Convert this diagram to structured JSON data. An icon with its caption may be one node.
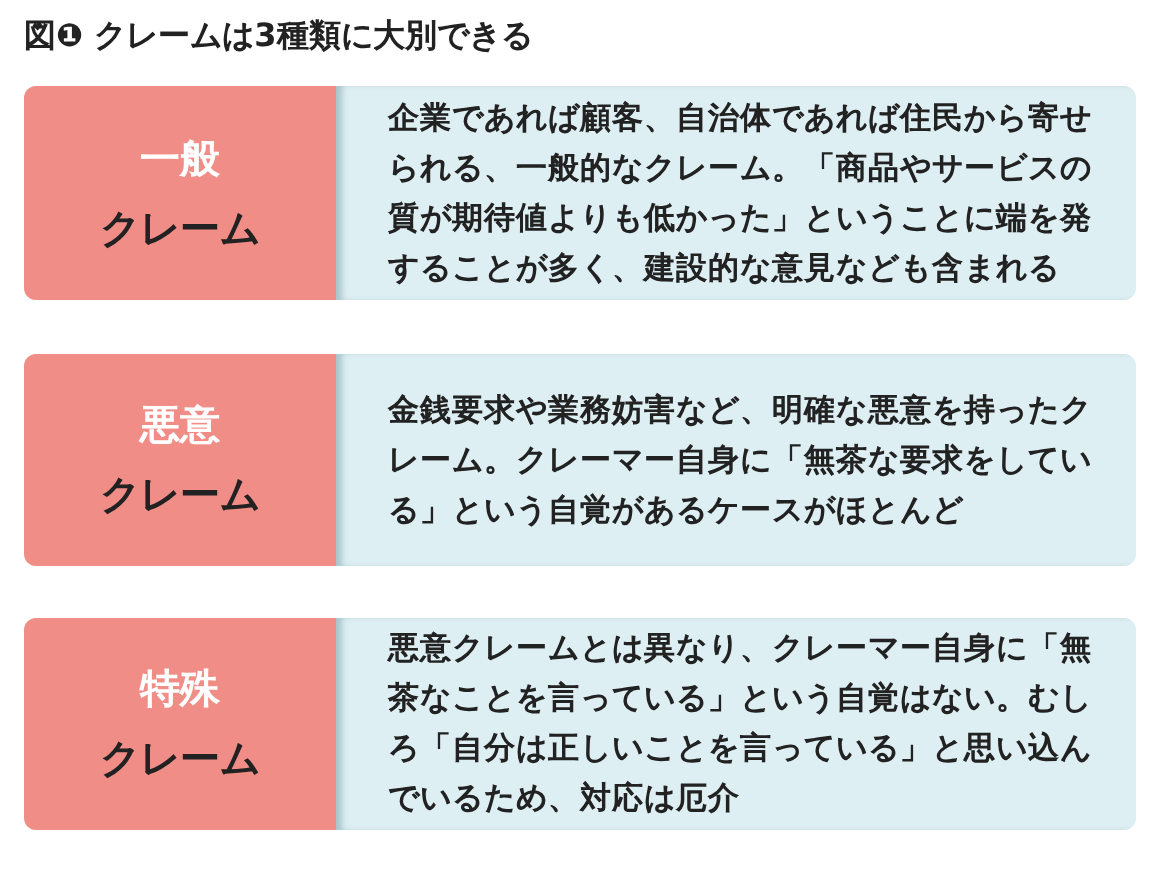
{
  "diagram": {
    "title": "図❶ クレームは3種類に大別できる",
    "nodes": [
      {
        "text": [
          "一般",
          "クレーム"
        ]
      },
      {
        "text": [
          "企業であれば顧客、自治体であれば住民から寄せられる、一般的なクレーム。「商品やサービスの質が期待値よりも低かった」ということに端を発することが多く、建設的な意見なども含まれる"
        ]
      },
      {
        "text": [
          "悪意",
          "クレーム"
        ]
      },
      {
        "text": [
          "金銭要求や業務妨害など、明確な悪意を持ったクレーム。クレーマー自身に「無茶な要求をしている」という自覚があるケースがほとんど"
        ]
      },
      {
        "text": [
          "特殊",
          "クレーム"
        ]
      },
      {
        "text": [
          "悪意クレームとは異なり、クレーマー自身に「無茶なことを言っている」という自覚はない。むしろ「自分は正しいことを言っている」と思い込んでいるため、対応は厄介"
        ]
      }
    ]
  }
}
